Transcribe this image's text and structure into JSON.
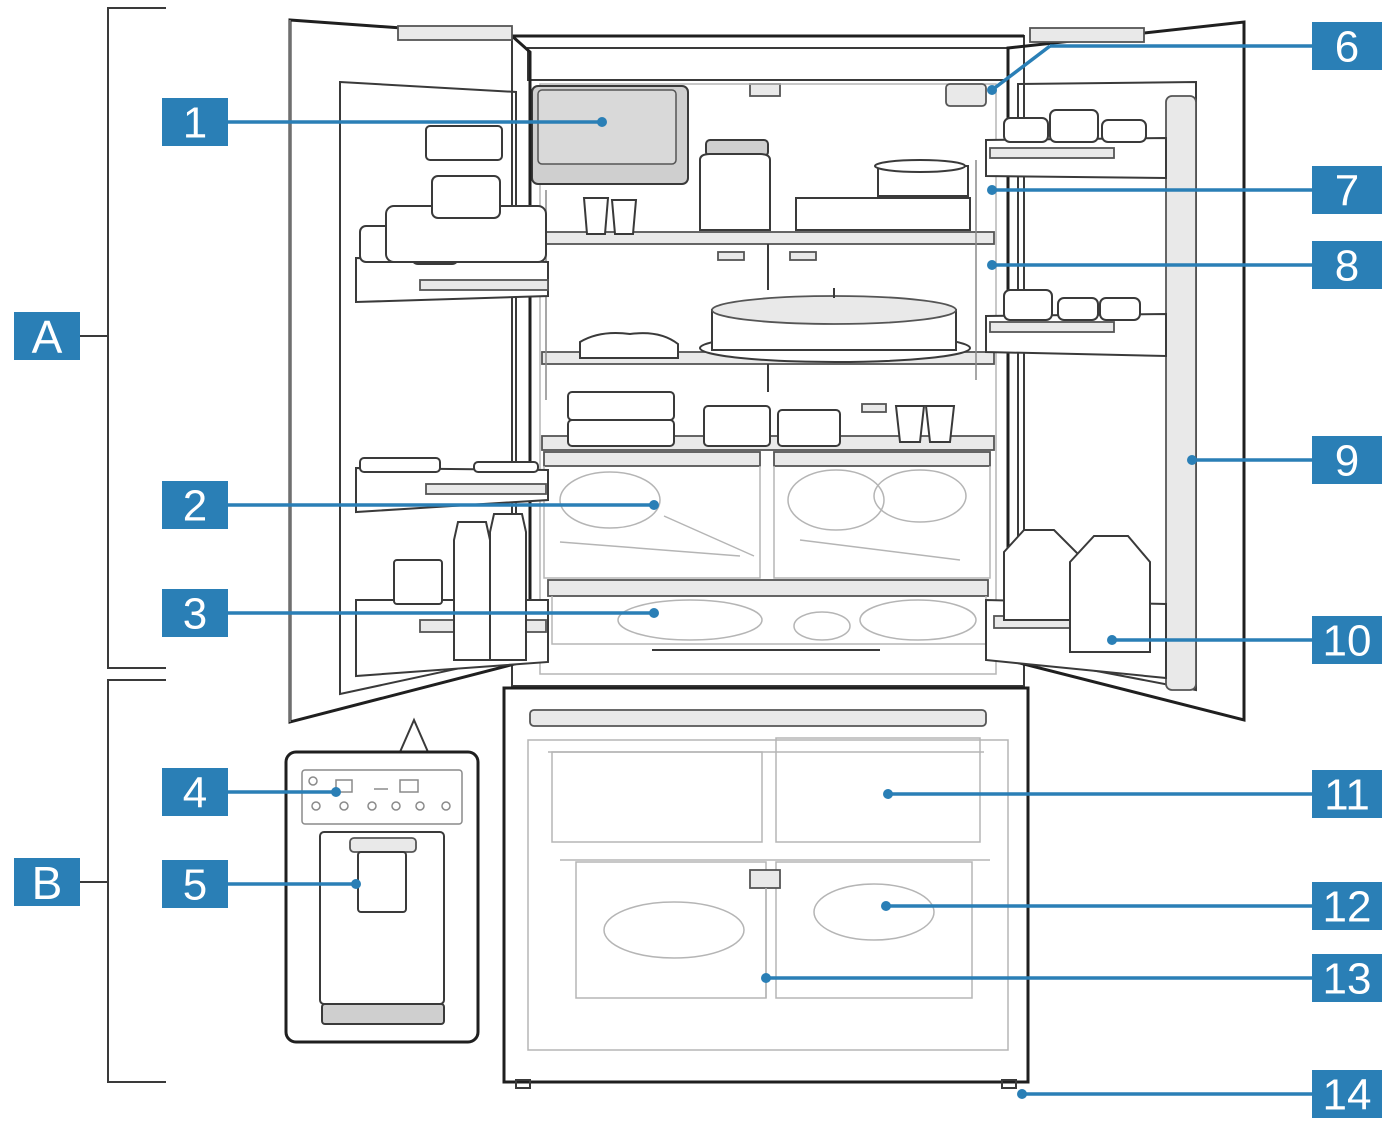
{
  "accent_color": "#2a7fb6",
  "zones": [
    {
      "id": "A",
      "label": "A"
    },
    {
      "id": "B",
      "label": "B"
    }
  ],
  "callouts": [
    {
      "id": 1,
      "label": "1"
    },
    {
      "id": 2,
      "label": "2"
    },
    {
      "id": 3,
      "label": "3"
    },
    {
      "id": 4,
      "label": "4"
    },
    {
      "id": 5,
      "label": "5"
    },
    {
      "id": 6,
      "label": "6"
    },
    {
      "id": 7,
      "label": "7"
    },
    {
      "id": 8,
      "label": "8"
    },
    {
      "id": 9,
      "label": "9"
    },
    {
      "id": 10,
      "label": "10"
    },
    {
      "id": 11,
      "label": "11"
    },
    {
      "id": 12,
      "label": "12"
    },
    {
      "id": 13,
      "label": "13"
    },
    {
      "id": 14,
      "label": "14"
    }
  ]
}
